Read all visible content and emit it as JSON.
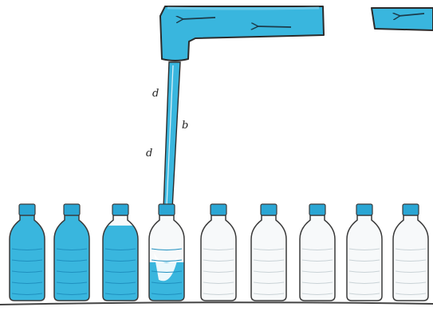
{
  "colors": {
    "water": "#39b6de",
    "water_dark": "#1f8fbf",
    "outline": "#3a3a3a",
    "empty_bottle": "#f7f9fa",
    "cap": "#2aa6d4",
    "belt": "#444444"
  },
  "stream_labels": [
    "d",
    "b",
    "d"
  ],
  "bottles": [
    {
      "fill": 1.0
    },
    {
      "fill": 1.0
    },
    {
      "fill": 0.88
    },
    {
      "fill": 0.45
    },
    {
      "fill": 0.0
    },
    {
      "fill": 0.0
    },
    {
      "fill": 0.0
    },
    {
      "fill": 0.0
    },
    {
      "fill": 0.0
    }
  ],
  "icons": [
    "flow-arrow-icon"
  ]
}
